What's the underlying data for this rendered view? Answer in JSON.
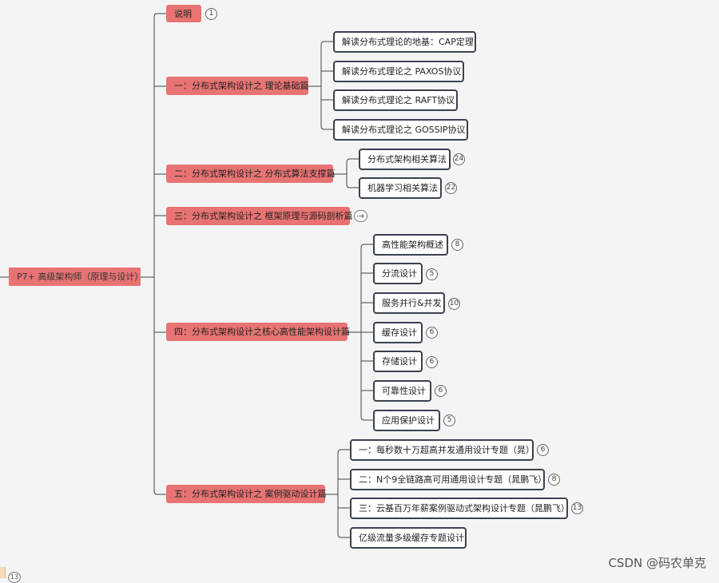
{
  "root": {
    "label": "P7+ 高级架构师（原理与设计）"
  },
  "branches": [
    {
      "label": "说明",
      "badge": "1",
      "children": []
    },
    {
      "label": "一：分布式架构设计之 理论基础篇",
      "children": [
        {
          "label": "解读分布式理论的地基：CAP定理"
        },
        {
          "label": "解读分布式理论之 PAXOS协议"
        },
        {
          "label": "解读分布式理论之 RAFT协议"
        },
        {
          "label": "解读分布式理论之 GOSSIP协议"
        }
      ]
    },
    {
      "label": "二：分布式架构设计之 分布式算法支撑篇",
      "children": [
        {
          "label": "分布式架构相关算法",
          "badge": "24"
        },
        {
          "label": "机器学习相关算法",
          "badge": "22"
        }
      ]
    },
    {
      "label": "三：分布式架构设计之 框架原理与源码剖析篇",
      "collapsed_icon": "expand-icon",
      "children": []
    },
    {
      "label": "四：分布式架构设计之核心高性能架构设计篇",
      "children": [
        {
          "label": "高性能架构概述",
          "badge": "8"
        },
        {
          "label": "分流设计",
          "badge": "5"
        },
        {
          "label": "服务并行&并发",
          "badge": "10"
        },
        {
          "label": "缓存设计",
          "badge": "6"
        },
        {
          "label": "存储设计",
          "badge": "6"
        },
        {
          "label": "可靠性设计",
          "badge": "6"
        },
        {
          "label": "应用保护设计",
          "badge": "5"
        }
      ]
    },
    {
      "label": "五：分布式架构设计之 案例驱动设计篇",
      "children": [
        {
          "label": "一：每秒数十万超高并发通用设计专题（晁）",
          "badge": "6"
        },
        {
          "label": "二：N个9全链路高可用通用设计专题（晁鹏飞）",
          "badge": "8"
        },
        {
          "label": "三：云基百万年薪案例驱动式架构设计专题（晁鹏飞）",
          "badge": "13"
        },
        {
          "label": "亿级流量多级缓存专题设计"
        }
      ]
    }
  ],
  "corner_badge": "13",
  "watermark": "CSDN @码农单克",
  "colors": {
    "branch_fill": "#e87373",
    "leaf_border": "#3c4150",
    "line": "#444444",
    "background": "#f4f4f4"
  }
}
